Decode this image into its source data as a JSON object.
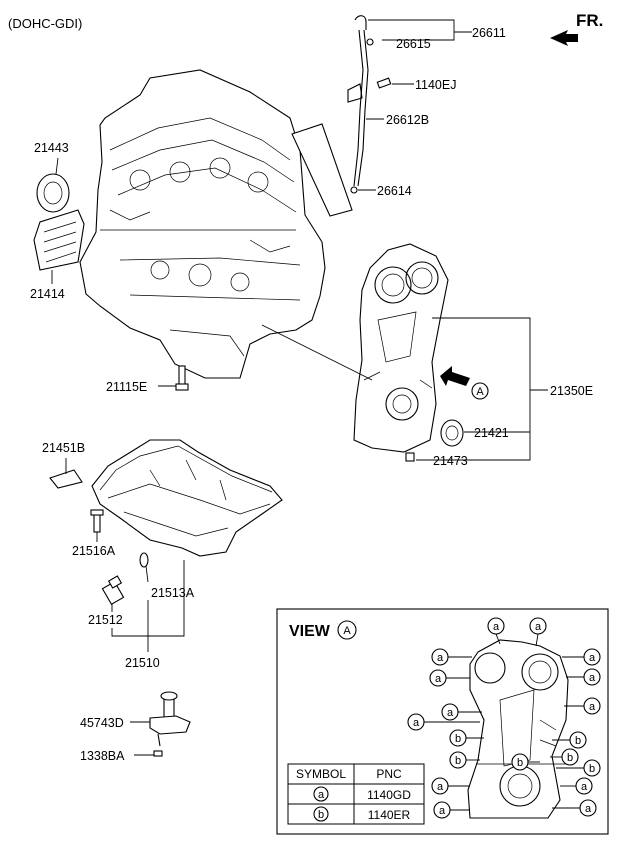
{
  "header": {
    "variant": "(DOHC-GDI)",
    "front_marker": "FR."
  },
  "parts": [
    {
      "pnc": "26611"
    },
    {
      "pnc": "26615"
    },
    {
      "pnc": "1140EJ"
    },
    {
      "pnc": "26612B"
    },
    {
      "pnc": "26614"
    },
    {
      "pnc": "21443"
    },
    {
      "pnc": "21414"
    },
    {
      "pnc": "21115E"
    },
    {
      "pnc": "21350E"
    },
    {
      "pnc": "21421"
    },
    {
      "pnc": "21473"
    },
    {
      "pnc": "21451B"
    },
    {
      "pnc": "21516A"
    },
    {
      "pnc": "21513A"
    },
    {
      "pnc": "21512"
    },
    {
      "pnc": "21510"
    },
    {
      "pnc": "45743D"
    },
    {
      "pnc": "1338BA"
    }
  ],
  "view_ref": {
    "letter": "A"
  },
  "view_box": {
    "title": "VIEW",
    "letter": "A",
    "table": {
      "headers": [
        "SYMBOL",
        "PNC"
      ],
      "rows": [
        {
          "symbol": "a",
          "pnc": "1140GD"
        },
        {
          "symbol": "b",
          "pnc": "1140ER"
        }
      ]
    }
  },
  "colors": {
    "line": "#000000",
    "background": "#ffffff"
  }
}
